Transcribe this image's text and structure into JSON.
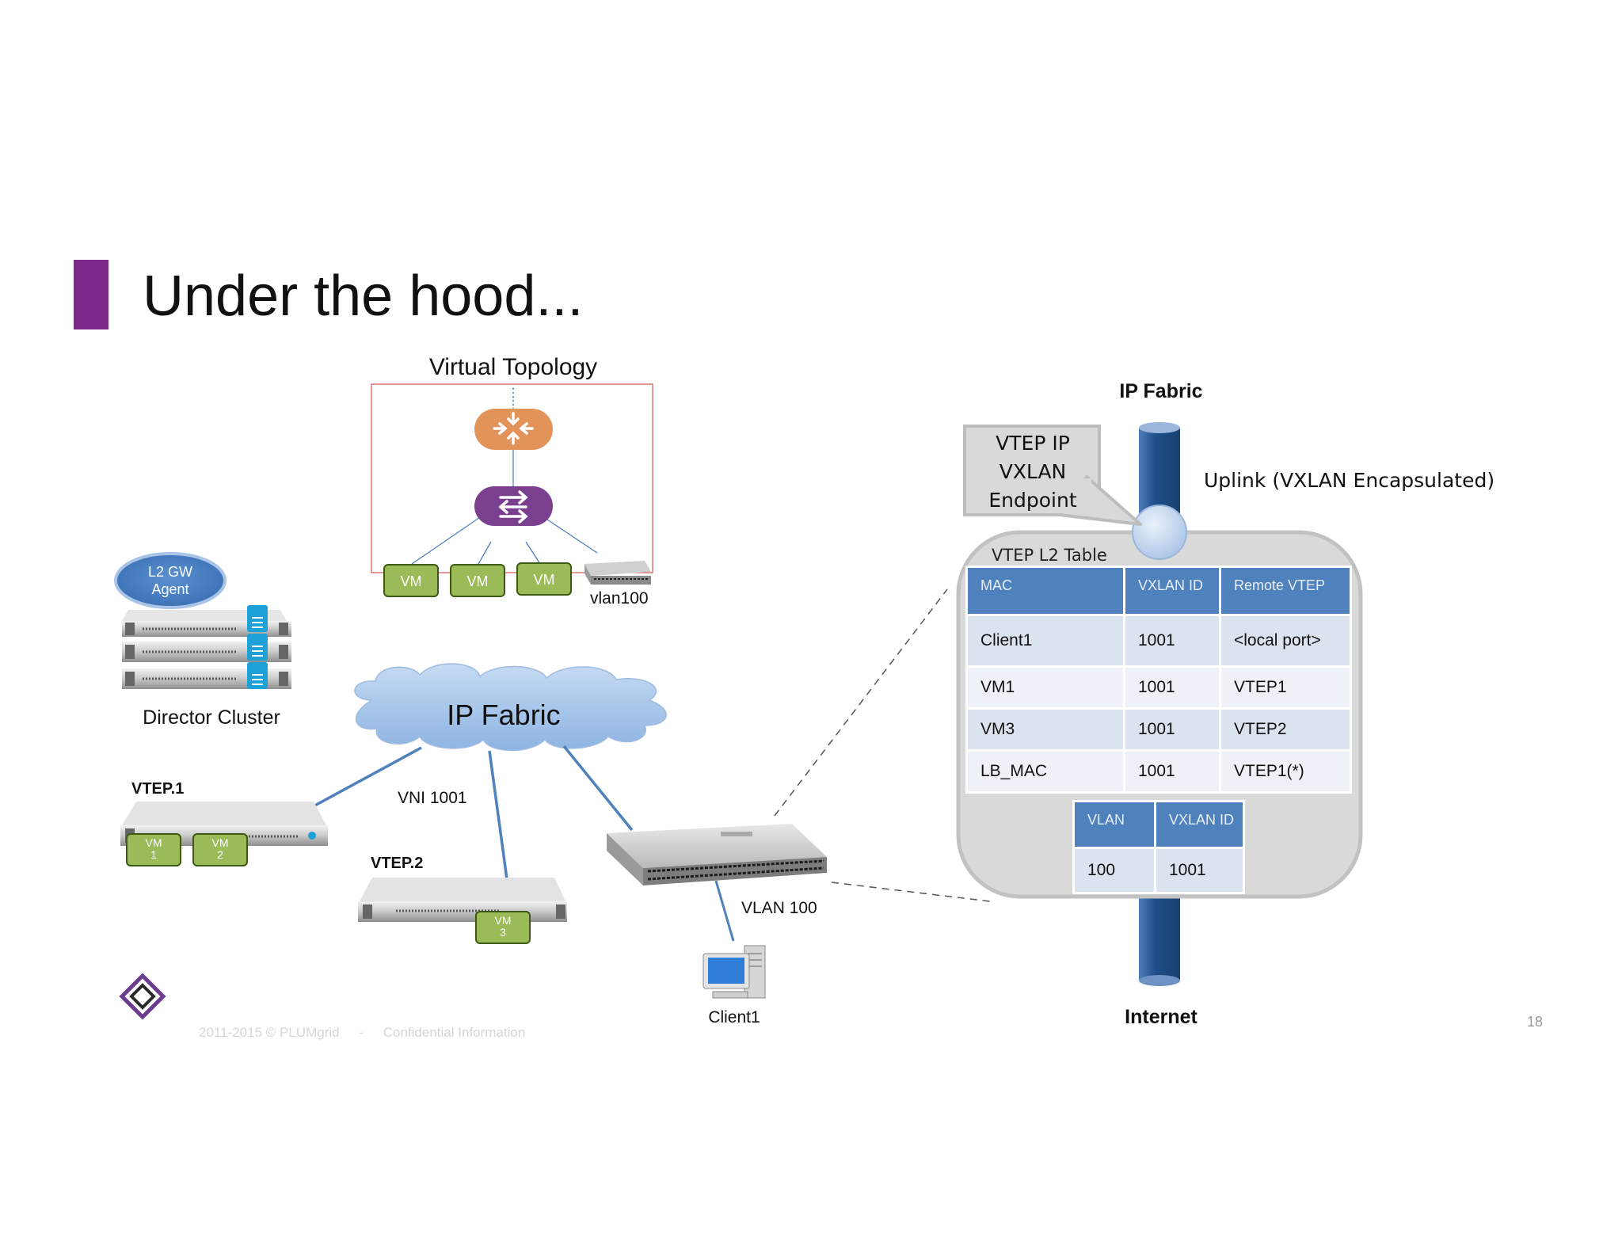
{
  "slide": {
    "title": "Under the hood...",
    "page_number": "18",
    "footer_copyright": "2011-2015 © PLUMgrid",
    "footer_separator": "-",
    "footer_confidential": "Confidential Information",
    "accent_color": "#7b2a8a"
  },
  "virtual_topology": {
    "title": "Virtual Topology",
    "vm_labels": [
      "VM",
      "VM",
      "VM"
    ],
    "vlan_label": "vlan100",
    "router_color": "#e2935a",
    "bridge_color": "#7a3f8e"
  },
  "director": {
    "agent_label_line1": "L2 GW",
    "agent_label_line2": "Agent",
    "cluster_label": "Director Cluster"
  },
  "cloud": {
    "label": "IP Fabric",
    "vni_label": "VNI 1001"
  },
  "vtep1": {
    "label": "VTEP.1",
    "vm_a_line1": "VM",
    "vm_a_line2": "1",
    "vm_b_line1": "VM",
    "vm_b_line2": "2"
  },
  "vtep2": {
    "label": "VTEP.2",
    "vm_line1": "VM",
    "vm_line2": "3"
  },
  "switch": {
    "vlan_label": "VLAN 100",
    "client_label": "Client1"
  },
  "fabric": {
    "top_label": "IP Fabric",
    "bottom_label": "Internet",
    "uplink_label": "Uplink (VXLAN Encapsulated)",
    "callout_line1": "VTEP IP",
    "callout_line2": "VXLAN",
    "callout_line3": "Endpoint"
  },
  "l2_table": {
    "caption": "VTEP L2 Table",
    "headers": [
      "MAC",
      "VXLAN ID",
      "Remote VTEP"
    ],
    "rows": [
      [
        "Client1",
        "1001",
        "<local port>"
      ],
      [
        "VM1",
        "1001",
        "VTEP1"
      ],
      [
        "VM3",
        "1001",
        "VTEP2"
      ],
      [
        "LB_MAC",
        "1001",
        "VTEP1(*)"
      ]
    ]
  },
  "vlan_table": {
    "headers": [
      "VLAN",
      "VXLAN ID"
    ],
    "rows": [
      [
        "100",
        "1001"
      ]
    ]
  }
}
